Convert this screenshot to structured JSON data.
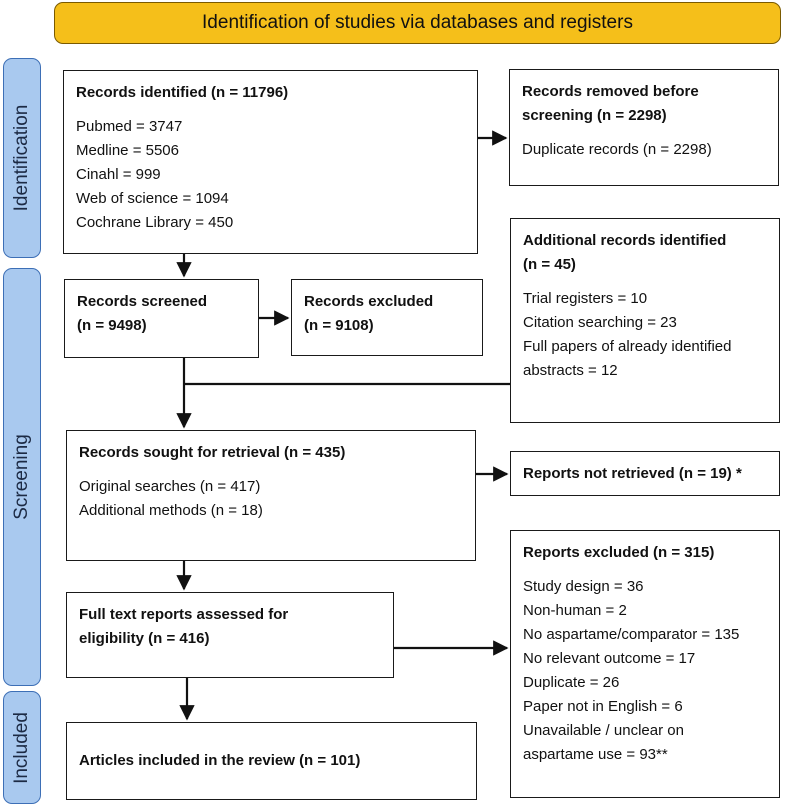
{
  "header": {
    "title": "Identification of studies via databases and registers"
  },
  "phases": {
    "identification": "Identification",
    "screening": "Screening",
    "included": "Included"
  },
  "records_identified": {
    "title": "Records identified (n = 11796)",
    "lines": [
      "Pubmed = 3747",
      "Medline = 5506",
      "Cinahl = 999",
      "Web of science = 1094",
      "Cochrane Library = 450"
    ]
  },
  "records_removed": {
    "title_1": "Records removed before",
    "title_2": "screening (n = 2298)",
    "line": "Duplicate records (n = 2298)"
  },
  "additional_records": {
    "title_1": "Additional records identified",
    "title_2": "(n = 45)",
    "lines": [
      "Trial registers = 10",
      "Citation searching = 23",
      "Full papers of already identified",
      "abstracts = 12"
    ]
  },
  "records_screened": {
    "title_1": "Records screened",
    "title_2": "(n = 9498)"
  },
  "records_excluded": {
    "title_1": "Records excluded",
    "title_2": "(n = 9108)"
  },
  "sought_retrieval": {
    "title": "Records sought for retrieval (n = 435)",
    "lines": [
      "Original searches (n = 417)",
      "Additional methods (n = 18)"
    ]
  },
  "not_retrieved": {
    "title": "Reports not retrieved (n = 19) *"
  },
  "full_text": {
    "title_1": "Full text reports assessed for",
    "title_2": "eligibility (n = 416)"
  },
  "reports_excluded": {
    "title": "Reports excluded (n = 315)",
    "lines": [
      "Study design = 36",
      "Non-human = 2",
      "No aspartame/comparator = 135",
      "No relevant outcome = 17",
      "Duplicate = 26",
      "Paper not in English = 6",
      "Unavailable / unclear on",
      "aspartame use = 93**"
    ]
  },
  "included_box": {
    "title": "Articles included in the review (n = 101)"
  }
}
